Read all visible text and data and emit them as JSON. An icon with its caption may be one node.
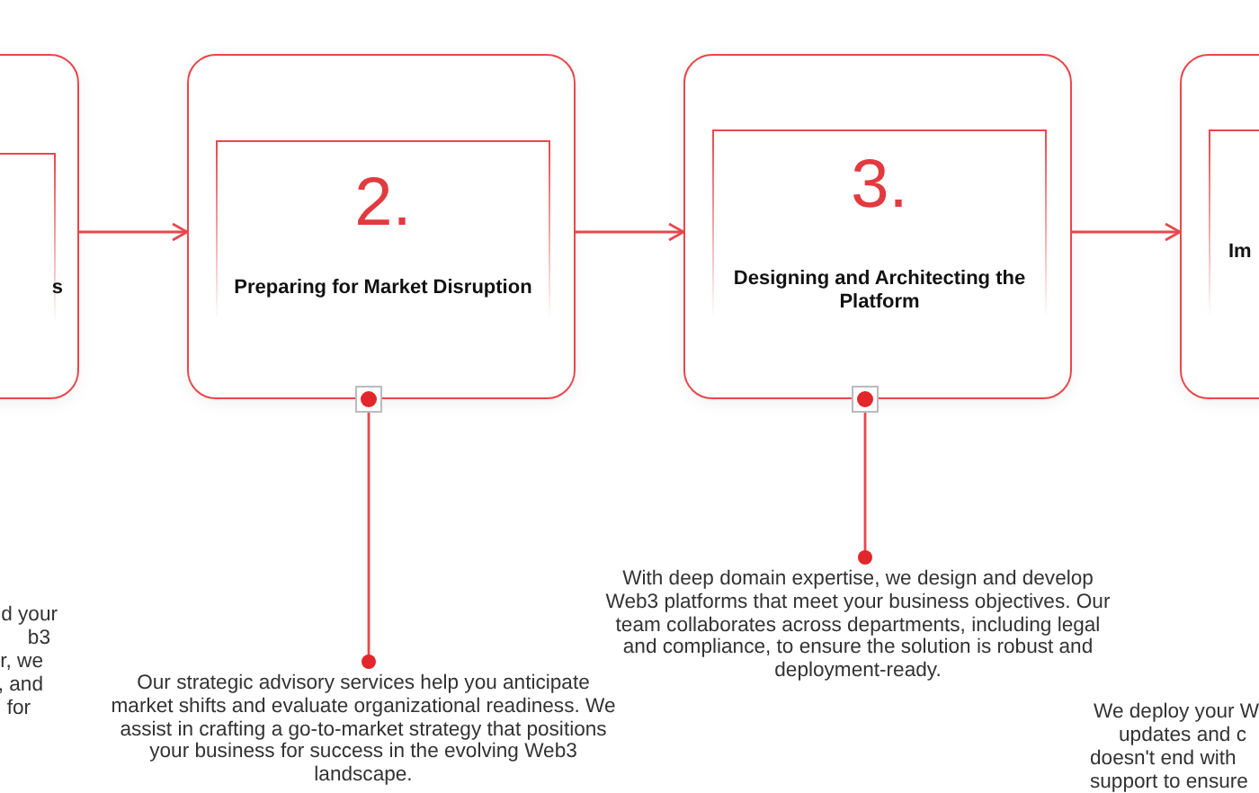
{
  "diagram": {
    "nodes": [
      {
        "text": [],
        "shape": "box"
      },
      {
        "text": [
          "s"
        ],
        "in": 0
      },
      {
        "text": [],
        "shape": "box"
      },
      {
        "text": [
          "2.",
          "Preparing for Market Disruption"
        ],
        "in": 2
      },
      {
        "text": [],
        "shape": "box"
      },
      {
        "text": [
          "3.",
          "Designing and Architecting the Platform"
        ],
        "in": 4
      },
      {
        "text": [],
        "shape": "box"
      },
      {
        "text": [
          "Im"
        ],
        "in": 6
      },
      {
        "text": [
          "d your",
          "b3",
          "r, we",
          ", and",
          "for"
        ]
      },
      {
        "text": [
          "Our strategic advisory services help you anticipate market shifts and evaluate organizational readiness. We assist in crafting a go-to-market strategy that positions your business for success in the evolving Web3 landscape."
        ]
      },
      {
        "text": [
          "With deep domain expertise, we design and develop Web3 platforms that meet your business objectives. Our team collaborates across departments, including legal and compliance, to ensure the solution is robust and deployment-ready."
        ]
      },
      {
        "text": [
          "We deploy your W",
          "updates and c",
          "doesn't end with",
          "support to ensure"
        ]
      }
    ],
    "edges": [
      {
        "from": 0,
        "to": 2,
        "arrow": "to"
      },
      {
        "from": 2,
        "to": 4,
        "arrow": "to"
      },
      {
        "from": 4,
        "to": 6,
        "arrow": "to"
      },
      {
        "from": 2,
        "to": 9,
        "arrow": "other"
      },
      {
        "from": 4,
        "to": 10,
        "arrow": "other"
      }
    ]
  }
}
